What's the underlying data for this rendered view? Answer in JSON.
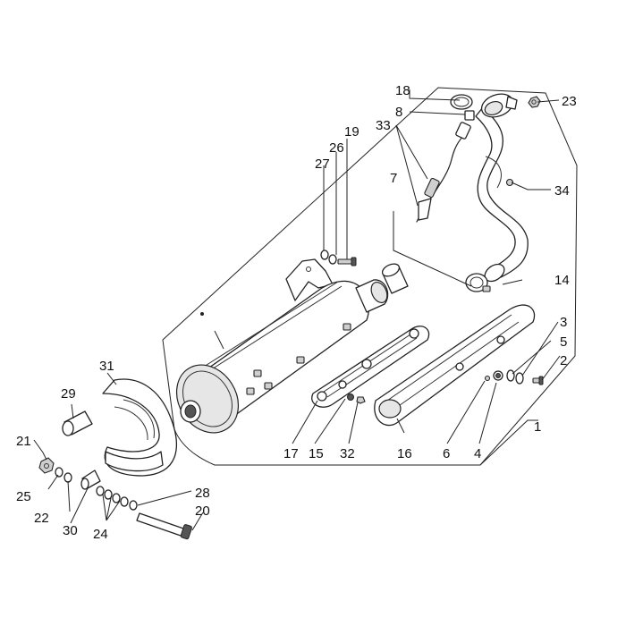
{
  "labels": {
    "l1": "1",
    "l2": "2",
    "l3": "3",
    "l4": "4",
    "l5": "5",
    "l6": "6",
    "l7": "7",
    "l8": "8",
    "l14": "14",
    "l15": "15",
    "l16": "16",
    "l17": "17",
    "l18": "18",
    "l19": "19",
    "l20": "20",
    "l21": "21",
    "l22": "22",
    "l23": "23",
    "l24": "24",
    "l25": "25",
    "l26": "26",
    "l27": "27",
    "l28": "28",
    "l29": "29",
    "l30": "30",
    "l31": "31",
    "l32": "32",
    "l33": "33",
    "l34": "34"
  }
}
